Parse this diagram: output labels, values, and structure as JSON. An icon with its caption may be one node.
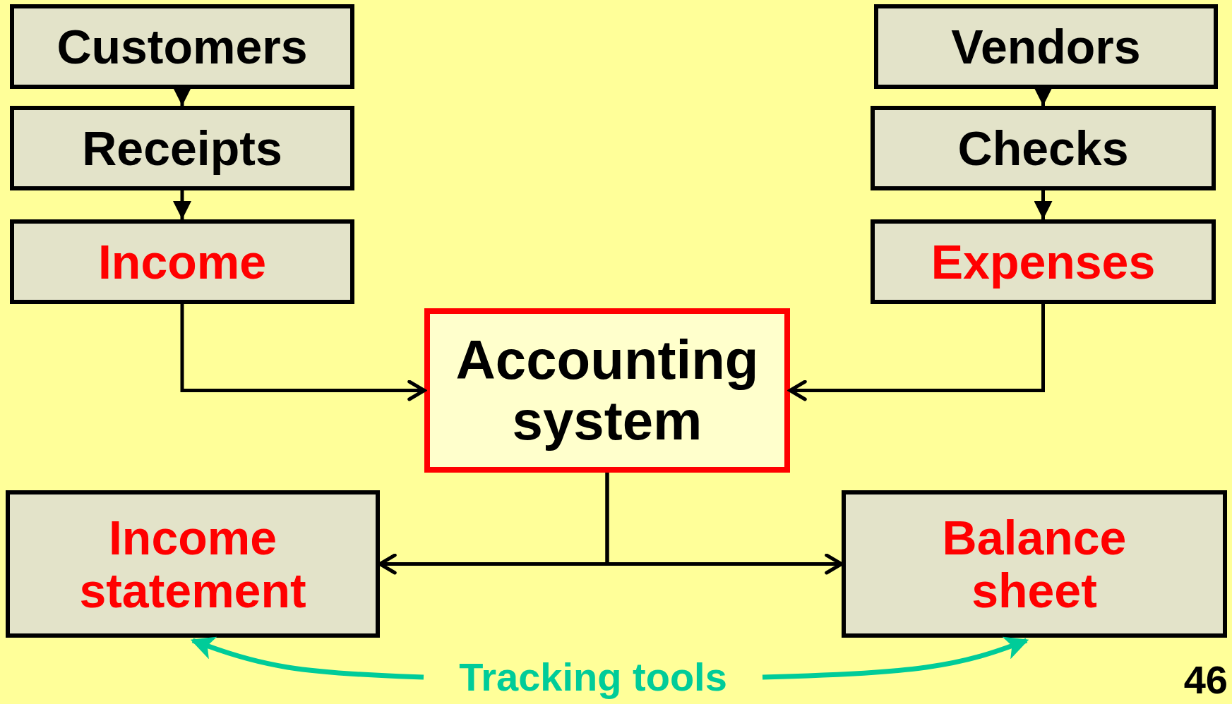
{
  "diagram": {
    "nodes": [
      {
        "text": [
          "Customers"
        ]
      },
      {
        "text": [
          "Receipts"
        ]
      },
      {
        "text": [
          "Income"
        ]
      },
      {
        "text": [
          "Vendors"
        ]
      },
      {
        "text": [
          "Checks"
        ]
      },
      {
        "text": [
          "Expenses"
        ]
      },
      {
        "text": [
          "Accounting system"
        ]
      },
      {
        "text": [
          "Income statement"
        ]
      },
      {
        "text": [
          "Balance sheet"
        ]
      },
      {
        "text": [
          "Tracking tools"
        ]
      }
    ],
    "edges": [
      {
        "from": 0,
        "to": 1,
        "arrow": "to"
      },
      {
        "from": 1,
        "to": 2,
        "arrow": "to"
      },
      {
        "from": 3,
        "to": 4,
        "arrow": "to"
      },
      {
        "from": 4,
        "to": 5,
        "arrow": "to"
      },
      {
        "from": 2,
        "to": 6,
        "arrow": "to"
      },
      {
        "from": 5,
        "to": 6,
        "arrow": "to"
      },
      {
        "from": 6,
        "to": 7,
        "arrow": "to"
      },
      {
        "from": 6,
        "to": 8,
        "arrow": "to"
      },
      {
        "from": 9,
        "to": 7,
        "arrow": "to",
        "color": "#00cc99"
      },
      {
        "from": 9,
        "to": 8,
        "arrow": "to",
        "color": "#00cc99"
      }
    ],
    "labels": [
      "46"
    ]
  }
}
